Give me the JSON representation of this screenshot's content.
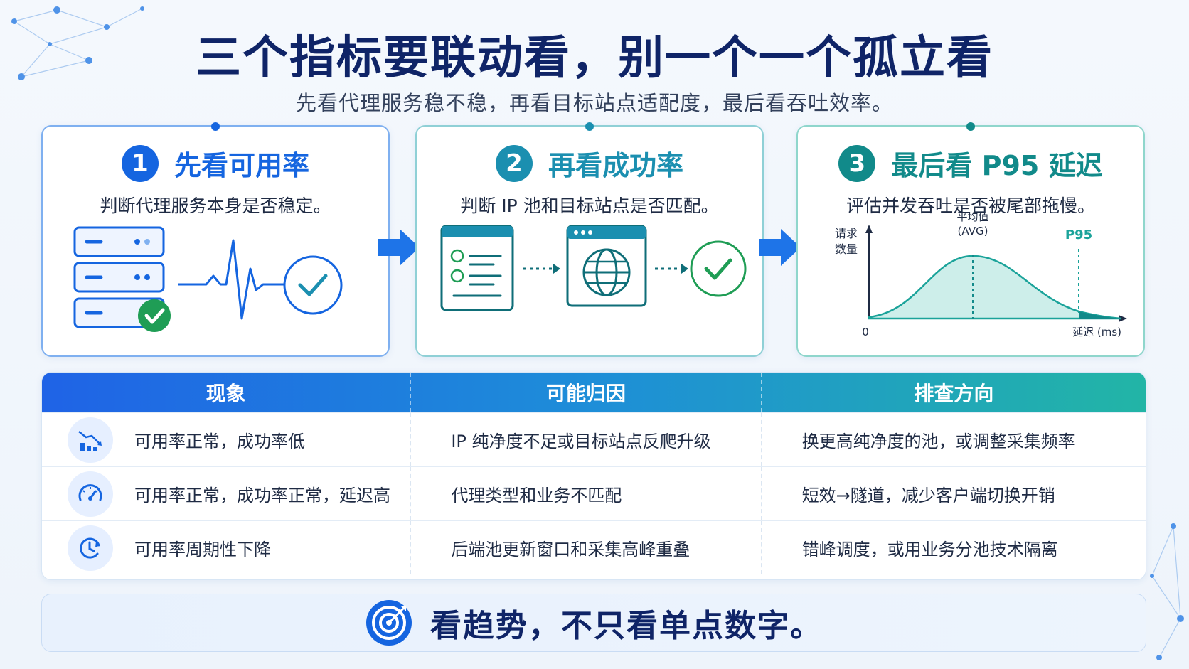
{
  "title": "三个指标要联动看，别一个一个孤立看",
  "subtitle": "先看代理服务稳不稳，再看目标站点适配度，最后看吞吐效率。",
  "cards": [
    {
      "num": "1",
      "title": "先看可用率",
      "desc": "判断代理服务本身是否稳定。",
      "color": "#1565e0"
    },
    {
      "num": "2",
      "title": "再看成功率",
      "desc": "判断 IP 池和目标站点是否匹配。",
      "color": "#1b8fb0"
    },
    {
      "num": "3",
      "title": "最后看 P95 延迟",
      "desc": "评估并发吞吐是否被尾部拖慢。",
      "color": "#118a8a"
    }
  ],
  "latency_chart": {
    "ylabel_line1": "请求",
    "ylabel_line2": "数量",
    "avg_label_line1": "平均值",
    "avg_label_line2": "(AVG)",
    "p95_label": "P95",
    "origin": "0",
    "xlabel": "延迟 (ms)"
  },
  "table": {
    "headers": [
      "现象",
      "可能归因",
      "排查方向"
    ],
    "rows": [
      {
        "icon": "bar-chart-down-icon",
        "symptom": "可用率正常，成功率低",
        "cause": "IP 纯净度不足或目标站点反爬升级",
        "action": "换更高纯净度的池，或调整采集频率"
      },
      {
        "icon": "speedometer-icon",
        "symptom": "可用率正常，成功率正常，延迟高",
        "cause": "代理类型和业务不匹配",
        "action": "短效→隧道，减少客户端切换开销"
      },
      {
        "icon": "clock-refresh-icon",
        "symptom": "可用率周期性下降",
        "cause": "后端池更新窗口和采集高峰重叠",
        "action": "错峰调度，或用业务分池技术隔离"
      }
    ]
  },
  "footer": {
    "text": "看趋势，不只看单点数字。",
    "icon": "target-icon"
  },
  "colors": {
    "navy": "#0f2467",
    "blue": "#1565e0",
    "teal": "#118a8a",
    "green": "#1f9d55"
  }
}
